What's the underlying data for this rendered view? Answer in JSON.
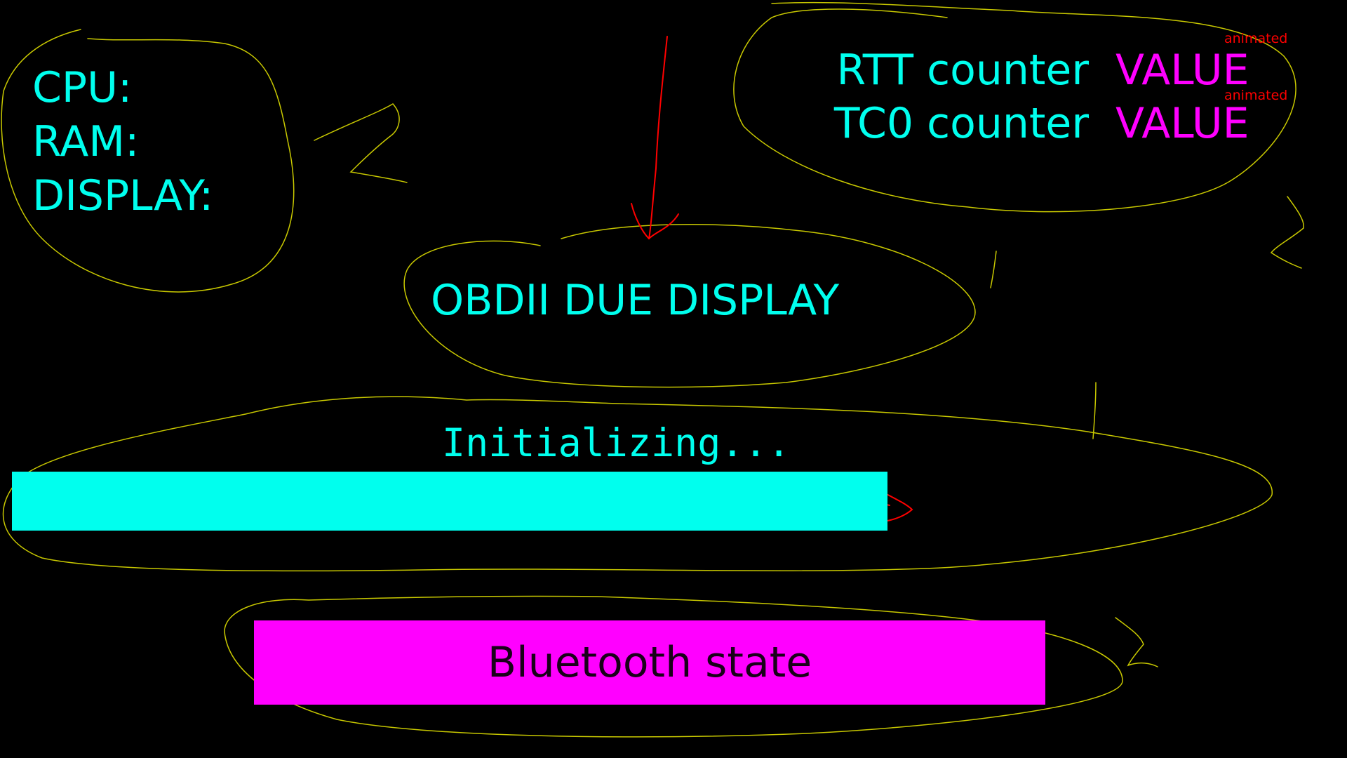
{
  "system": {
    "cpu_label": "CPU:",
    "ram_label": "RAM:",
    "display_label": "DISPLAY:"
  },
  "counters": {
    "rtt_label": "RTT counter",
    "rtt_value": "VALUE",
    "rtt_note": "animated",
    "tc0_label": "TC0 counter",
    "tc0_value": "VALUE",
    "tc0_note": "animated"
  },
  "title": "OBDII DUE DISPLAY",
  "status": "Initializing...",
  "bluetooth": "Bluetooth state",
  "colors": {
    "background": "#000000",
    "text_primary": "#00ffee",
    "value": "#ff00ff",
    "annotation": "#ff0000",
    "sketch": "#c8c800"
  }
}
